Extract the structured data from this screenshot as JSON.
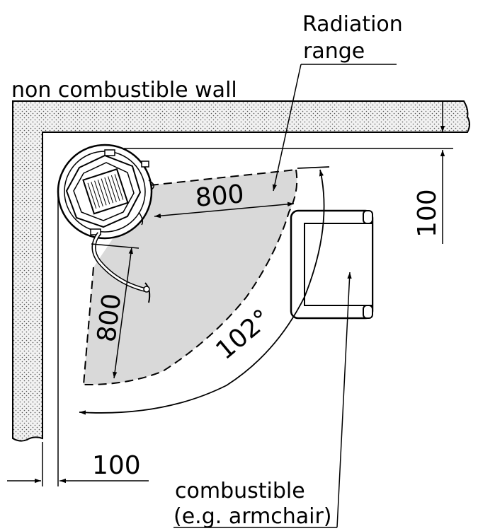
{
  "labels": {
    "radiation_line1": "Radiation",
    "radiation_line2": "range",
    "wall": "non combustible wall",
    "combustible_line1": "combustible",
    "combustible_line2": "(e.g. armchair)"
  },
  "dimensions": {
    "wall_clearance_top": "100",
    "wall_clearance_side": "100",
    "radiation_distance_right": "800",
    "radiation_distance_down": "800",
    "radiation_angle": "102°"
  },
  "colors": {
    "wall_fill": "#f2f2f2",
    "wall_dots": "#555555",
    "radiation_fill": "#d9d9d9",
    "line": "#000000"
  }
}
